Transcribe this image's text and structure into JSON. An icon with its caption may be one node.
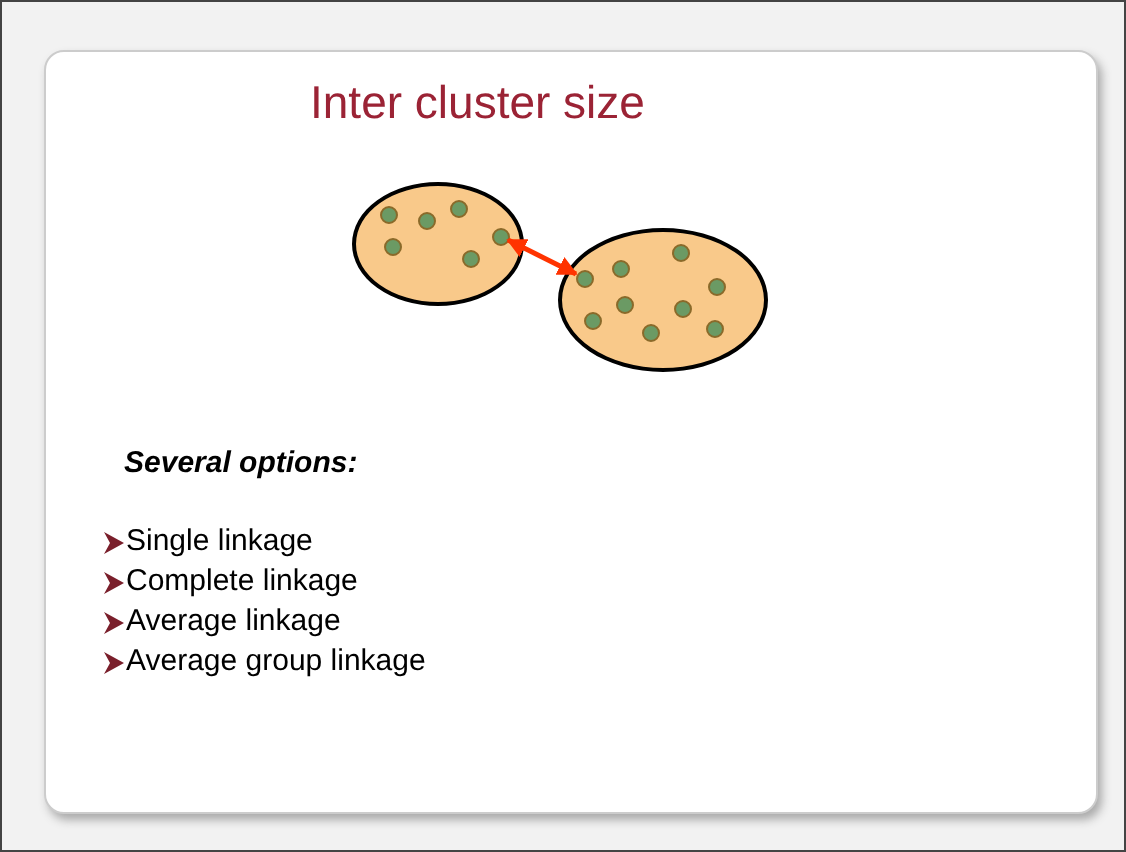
{
  "diagram": {
    "title": "Inter cluster size",
    "nodes": [
      {
        "text": [],
        "shape": "ellipse"
      },
      {
        "text": [],
        "shape": "circle",
        "in": 0
      },
      {
        "text": [],
        "shape": "circle",
        "in": 0
      },
      {
        "text": [],
        "shape": "circle",
        "in": 0
      },
      {
        "text": [],
        "shape": "circle",
        "in": 0
      },
      {
        "text": [],
        "shape": "circle",
        "in": 0
      },
      {
        "text": [],
        "shape": "circle",
        "in": 0
      },
      {
        "text": [],
        "shape": "ellipse"
      },
      {
        "text": [],
        "shape": "circle",
        "in": 7
      },
      {
        "text": [],
        "shape": "circle",
        "in": 7
      },
      {
        "text": [],
        "shape": "circle",
        "in": 7
      },
      {
        "text": [],
        "shape": "circle",
        "in": 7
      },
      {
        "text": [],
        "shape": "circle",
        "in": 7
      },
      {
        "text": [],
        "shape": "circle",
        "in": 7
      },
      {
        "text": [],
        "shape": "circle",
        "in": 7
      },
      {
        "text": [],
        "shape": "circle",
        "in": 7
      },
      {
        "text": [],
        "shape": "circle",
        "in": 7
      }
    ],
    "edges": [
      {
        "from": 6,
        "to": 8,
        "arrow": "both",
        "color": "#ff3300"
      }
    ],
    "labels": [
      "Several options:",
      "Single linkage",
      "Complete linkage",
      "Average linkage",
      "Average group linkage"
    ]
  }
}
